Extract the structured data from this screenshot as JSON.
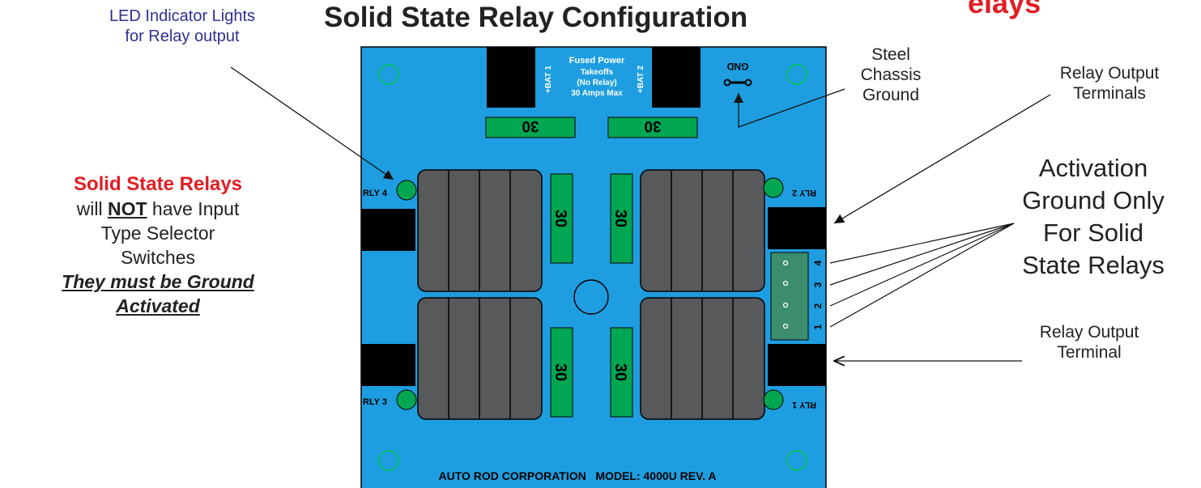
{
  "title": "Solid State Relay Configuration",
  "corner_fragment": "elays",
  "led_label": [
    "LED Indicator Lights",
    "for Relay output"
  ],
  "steel_label": [
    "Steel",
    "Chassis",
    "Ground"
  ],
  "relay_output_terminals": [
    "Relay Output",
    "Terminals"
  ],
  "activation_label": [
    "Activation",
    "Ground Only",
    "For Solid",
    "State Relays"
  ],
  "relay_output_terminal": [
    "Relay Output",
    "Terminal"
  ],
  "note": {
    "heading": "Solid State Relays",
    "will": "will ",
    "not": "NOT",
    "have": " have Input",
    "line3": "Type Selector",
    "line4": "Switches",
    "line5": "They must be Ground",
    "line6": "Activated"
  },
  "board": {
    "fused_title": "Fused Power",
    "fused_lines": [
      "Takeoffs",
      "(No Relay)",
      "30 Amps Max"
    ],
    "bat1": "+BAT 1",
    "bat2": "+BAT 2",
    "gnd": "GND",
    "fuse_value": "30",
    "rly1": "RLY 1",
    "rly2": "RLY 2",
    "rly3": "RLY 3",
    "rly4": "RLY 4",
    "pins": [
      "4",
      "3",
      "2",
      "1"
    ],
    "footer": "AUTO ROD CORPORATION   MODEL: 4000U REV. A"
  },
  "colors": {
    "board": "#1e9ee0",
    "relay": "#58595b",
    "fuse": "#00a651",
    "led": "#00a651",
    "title_red": "#e11d23",
    "led_label": "#2e3192",
    "terminal_block": "#3c8c6e"
  }
}
